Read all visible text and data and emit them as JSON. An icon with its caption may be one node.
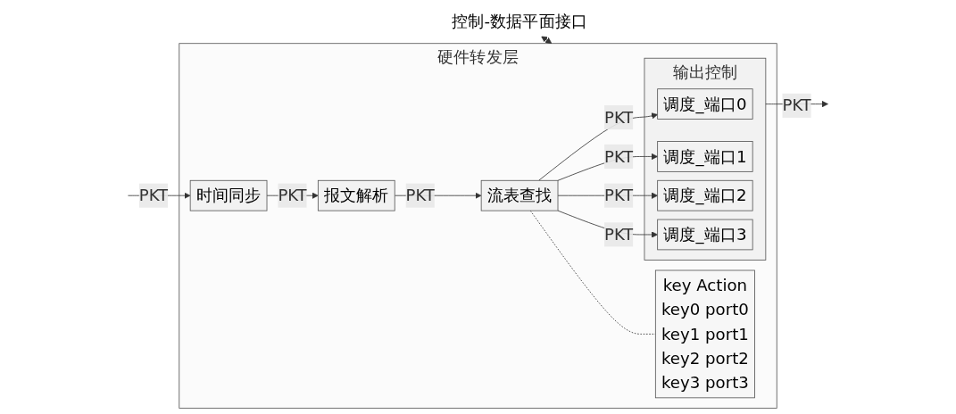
{
  "diagram": {
    "nodes": [
      {
        "text": [
          "硬件转发层"
        ]
      },
      {
        "text": [
          "时间同步"
        ],
        "in": 0
      },
      {
        "text": [
          "报文解析"
        ],
        "in": 0
      },
      {
        "text": [
          "流表查找"
        ],
        "in": 0
      },
      {
        "text": [
          "输出控制"
        ],
        "in": 0
      },
      {
        "text": [
          "调度_端口0"
        ],
        "in": 4
      },
      {
        "text": [
          "调度_端口1"
        ],
        "in": 4
      },
      {
        "text": [
          "调度_端口2"
        ],
        "in": 4
      },
      {
        "text": [
          "调度_端口3"
        ],
        "in": 4
      },
      {
        "text": [
          "控制-数据平面接口"
        ]
      },
      {
        "text": [
          "key",
          "Action",
          "key0",
          "port0",
          "key1",
          "port1",
          "key2",
          "port2",
          "key3",
          "port3"
        ],
        "in": 0
      }
    ],
    "edges": [
      {
        "from": null,
        "to": 1,
        "arrow": "to",
        "label": "PKT"
      },
      {
        "from": 1,
        "to": 2,
        "arrow": "to",
        "label": "PKT"
      },
      {
        "from": 2,
        "to": 3,
        "arrow": "to",
        "label": "PKT"
      },
      {
        "from": 3,
        "to": 5,
        "arrow": "to",
        "label": "PKT"
      },
      {
        "from": 3,
        "to": 6,
        "arrow": "to",
        "label": "PKT"
      },
      {
        "from": 3,
        "to": 7,
        "arrow": "to",
        "label": "PKT"
      },
      {
        "from": 3,
        "to": 8,
        "arrow": "to",
        "label": "PKT"
      },
      {
        "from": 4,
        "to": null,
        "arrow": "to",
        "label": "PKT"
      },
      {
        "from": 9,
        "to": 0,
        "arrow": "both"
      },
      {
        "from": 3,
        "to": 10,
        "arrow": "none",
        "style": "dashed"
      }
    ]
  }
}
